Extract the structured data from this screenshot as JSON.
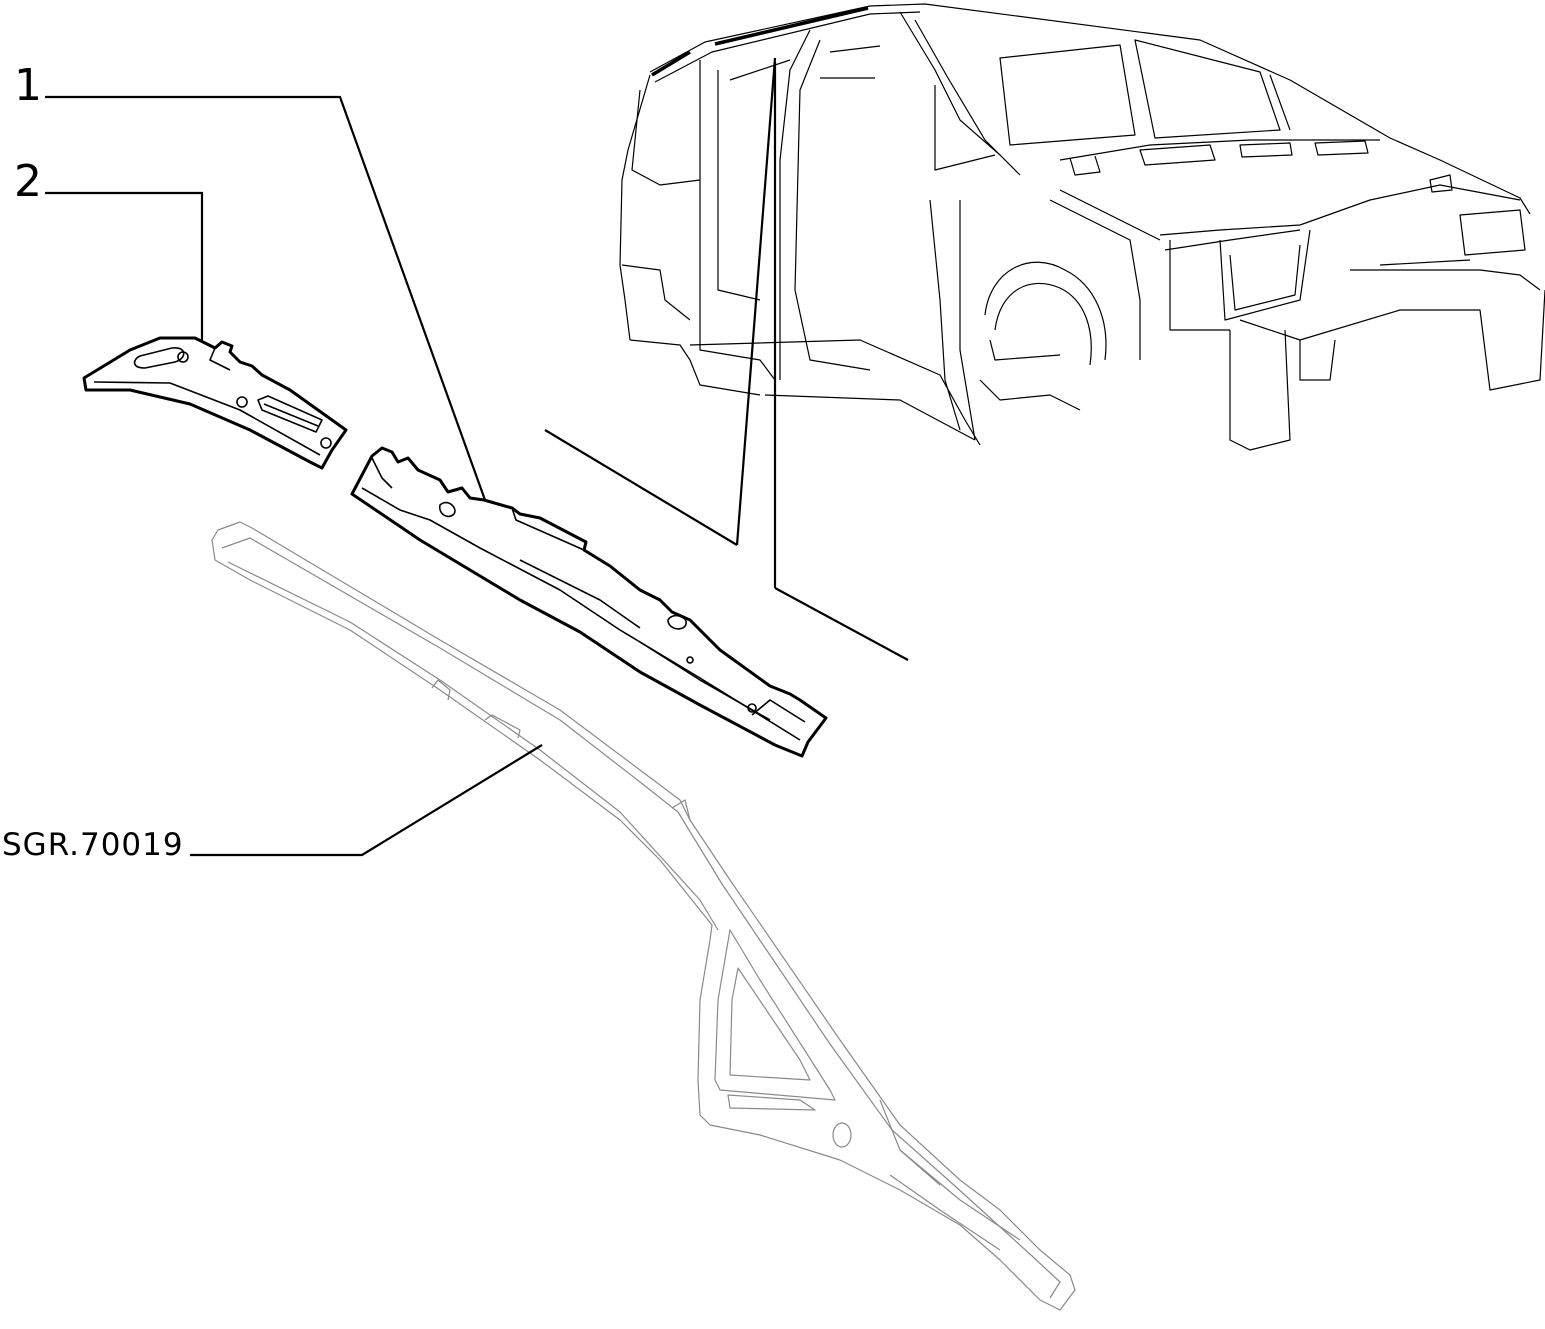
{
  "callouts": {
    "part1": "1",
    "part2": "2"
  },
  "reference": {
    "code": "SGR.70019"
  },
  "colors": {
    "line": "#000000",
    "ghost_line": "#8a8a8a",
    "background": "#ffffff"
  }
}
